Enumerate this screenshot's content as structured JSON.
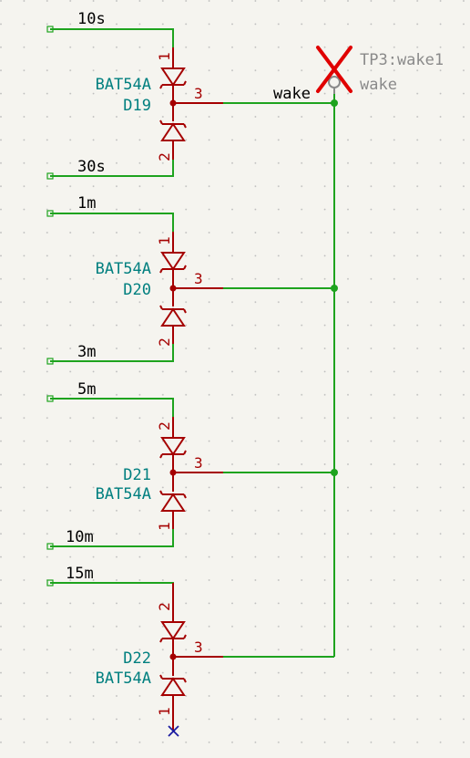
{
  "net_labels": {
    "n10s": "10s",
    "n30s": "30s",
    "n1m": "1m",
    "n3m": "3m",
    "n5m": "5m",
    "n10m": "10m",
    "n15m": "15m",
    "wake": "wake"
  },
  "testpoint": {
    "ref": "TP3:wake1",
    "value": "wake"
  },
  "diodes": [
    {
      "ref": "D19",
      "value": "BAT54A",
      "pin_top": "1",
      "pin_bottom": "2",
      "pin_common": "3"
    },
    {
      "ref": "D20",
      "value": "BAT54A",
      "pin_top": "1",
      "pin_bottom": "2",
      "pin_common": "3"
    },
    {
      "ref": "D21",
      "value": "BAT54A",
      "pin_top": "2",
      "pin_bottom": "1",
      "pin_common": "3"
    },
    {
      "ref": "D22",
      "value": "BAT54A",
      "pin_top": "2",
      "pin_bottom": "1",
      "pin_common": "3"
    }
  ],
  "colors": {
    "wire": "#1ea31e",
    "component": "#a50000",
    "reference": "#007f7f",
    "no_connect": "#1a1aa0",
    "error_marker": "#e00000",
    "background": "#f5f4ef"
  }
}
